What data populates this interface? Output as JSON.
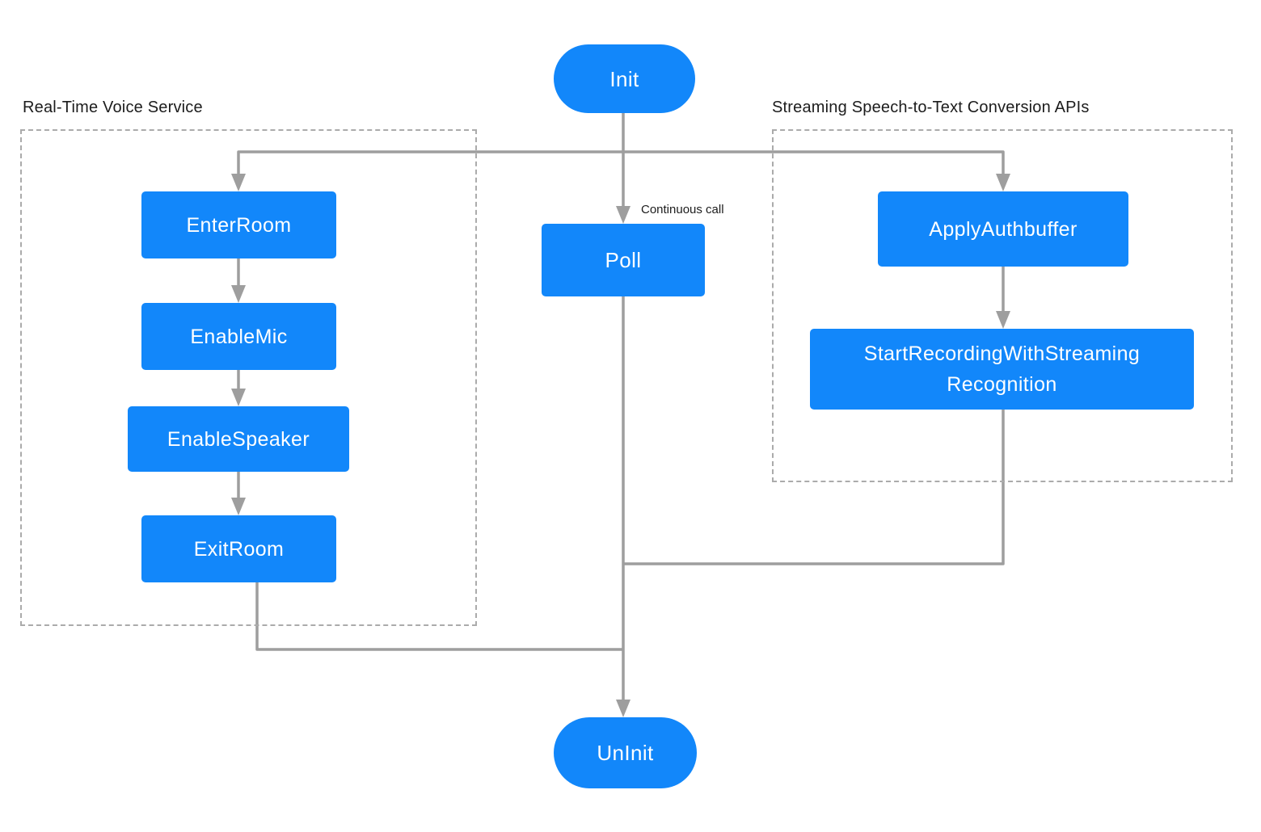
{
  "colors": {
    "node_blue": "#1287fa",
    "line_gray": "#9e9e9e",
    "dash_gray": "#ababab",
    "label_dark": "#1c1c1c",
    "node_text": "#ffffff"
  },
  "groups": [
    {
      "label": "Real-Time Voice Service"
    },
    {
      "label": "Streaming Speech-to-Text Conversion APIs"
    }
  ],
  "nodes": {
    "init": "Init",
    "enter_room": "EnterRoom",
    "enable_mic": "EnableMic",
    "enable_speaker": "EnableSpeaker",
    "exit_room": "ExitRoom",
    "poll": "Poll",
    "apply_authbuffer": "ApplyAuthbuffer",
    "start_recording": "StartRecordingWithStreaming\nRecognition",
    "uninit": "UnInit"
  },
  "annotations": {
    "continuous_call": "Continuous call"
  }
}
